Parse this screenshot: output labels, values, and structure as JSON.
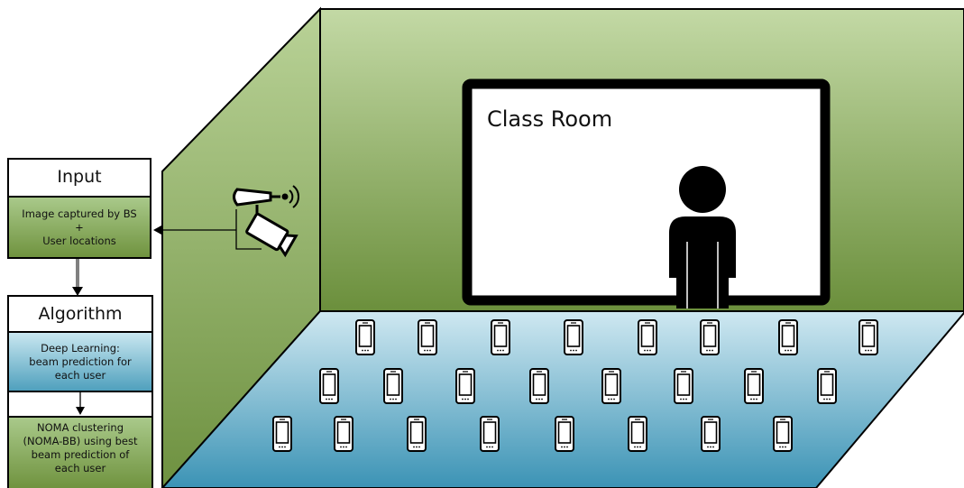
{
  "input_box": {
    "title": "Input",
    "text": "Image captured by BS\n+\nUser locations"
  },
  "algorithm_box": {
    "title": "Algorithm",
    "step1": "Deep Learning:\nbeam prediction for\neach user",
    "step2": "NOMA clustering\n(NOMA-BB) using best\nbeam prediction of\neach user"
  },
  "room": {
    "label": "Class Room"
  },
  "colors": {
    "wall_green_top": "#c3d9a5",
    "wall_green_bottom": "#6b8f3c",
    "floor_blue_top": "#cfe8f1",
    "floor_blue_bottom": "#3b93b5"
  },
  "icons": [
    "camera-icon",
    "wireless-transmitter-icon",
    "person-icon",
    "smartphone-icon"
  ]
}
